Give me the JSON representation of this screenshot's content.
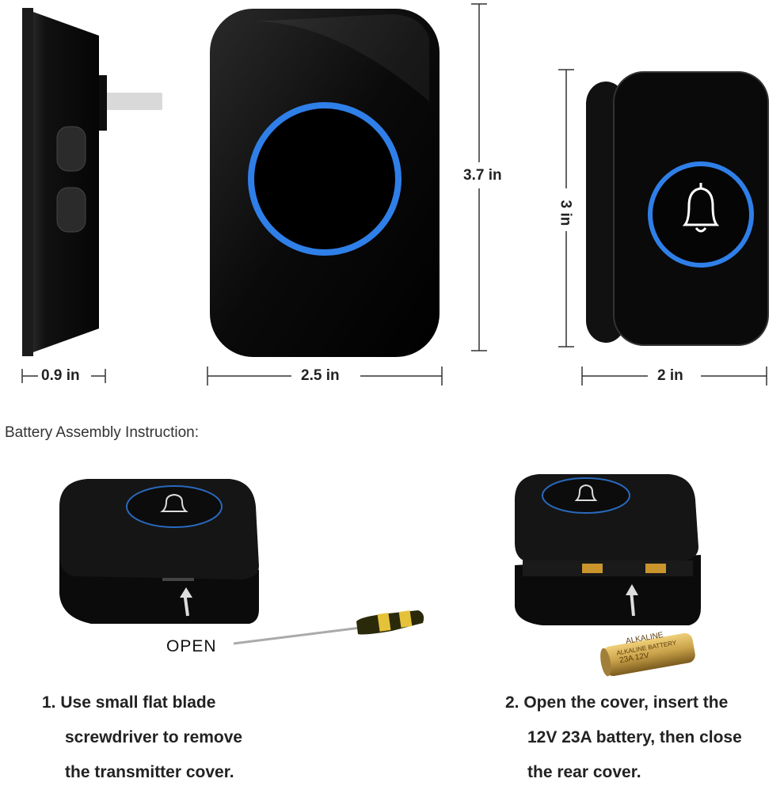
{
  "dimensions": {
    "side_width": "0.9 in",
    "receiver_width": "2.5 in",
    "receiver_height": "3.7 in",
    "button_height": "3 in",
    "button_width": "2 in"
  },
  "section_heading": "Battery Assembly Instruction:",
  "steps": [
    {
      "lines": [
        "1. Use small flat blade",
        "screwdriver to remove",
        "the transmitter cover."
      ]
    },
    {
      "lines": [
        "2. Open the cover, insert the",
        "12V 23A battery, then close",
        "the rear cover."
      ]
    }
  ],
  "open_label": "OPEN",
  "battery_text": {
    "brand": "ALKALINE",
    "type": "ALKALINE BATTERY",
    "model": "23A 12V"
  },
  "colors": {
    "ring": "#2f7fe8",
    "device": "#0a0a0a",
    "battery": "#c9a24a"
  }
}
